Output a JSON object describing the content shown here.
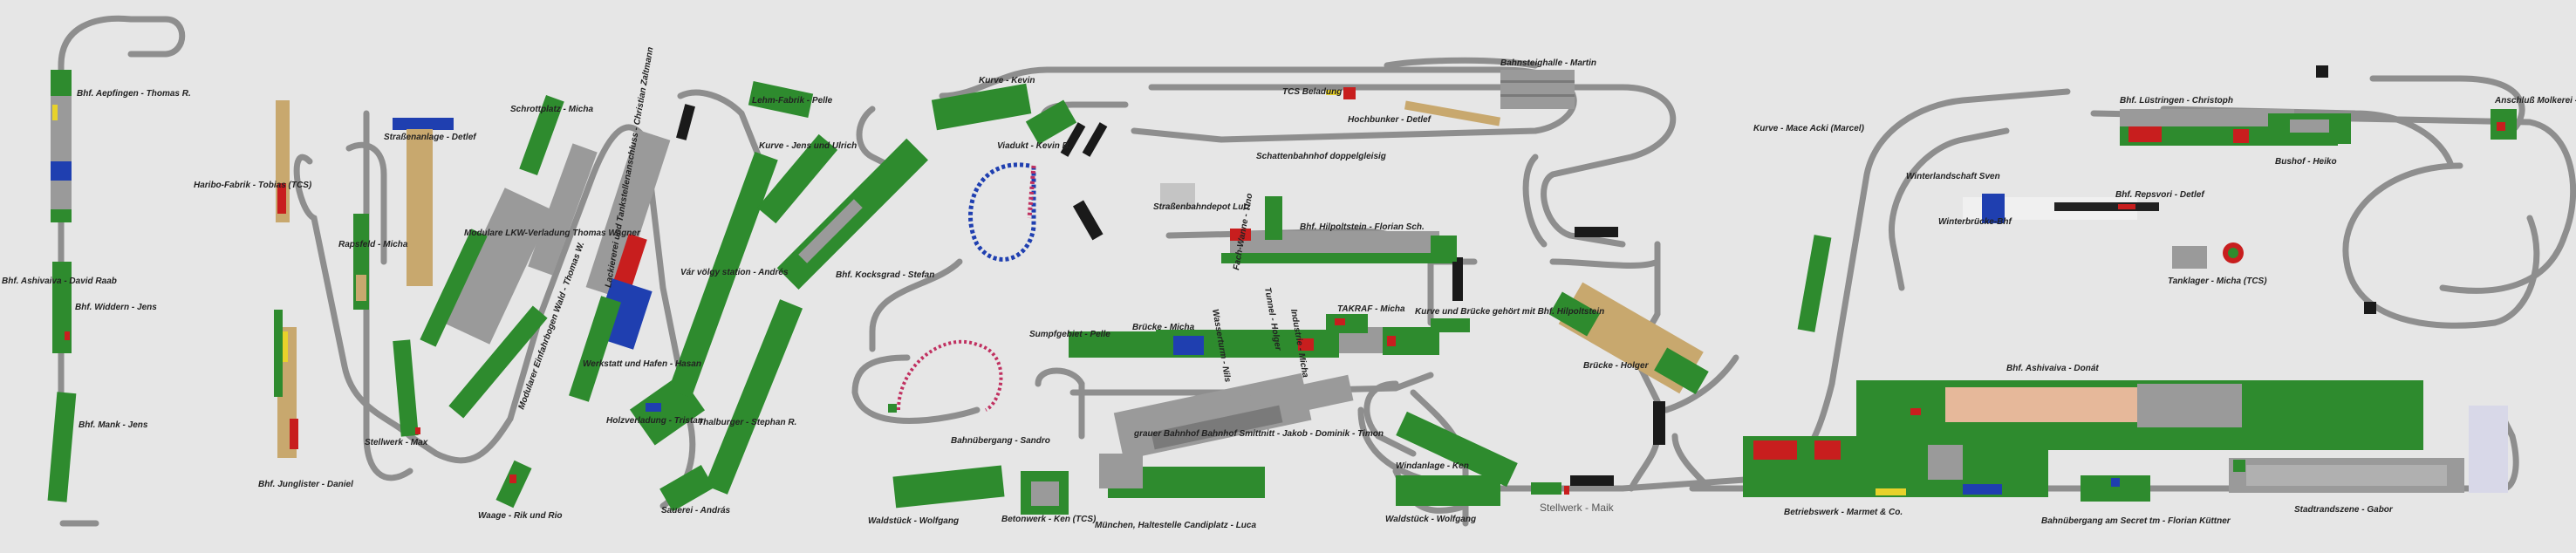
{
  "colors": {
    "background": "#e6e6e6",
    "track": "#8e8e8e",
    "module_green": "#2e8b2e",
    "module_gray": "#9a9a9a",
    "module_tan": "#c8a86e",
    "accent_red": "#c81e1e",
    "accent_blue": "#1f3fb0",
    "accent_yellow": "#e8d22a"
  },
  "labels": {
    "aepfingen": "Bhf. Aepfingen - Thomas R.",
    "ashiveiva_left": "Bhf. Ashivaiva - David Raab",
    "widdern": "Bhf. Widdern - Jens",
    "mank": "Bhf. Mank - Jens",
    "haribo": "Haribo-Fabrik - Tobias (TCS)",
    "junglister": "Bhf. Junglister - Daniel",
    "stellwerk_max": "Stellwerk - Max",
    "rapsfeld": "Rapsfeld - Micha",
    "strassenanlage": "Straßenanlage - Detlef",
    "modulare_lkw": "Modulare LKW-Verladung Thomas Wagner",
    "schrottplatz": "Schrottplatz - Micha",
    "waage": "Waage - Rik und Rio",
    "modularer_einfahrbogen": "Modularer Einfahrbogen Wald - Thomas W.",
    "lackiererei": "Lackiererei und Tankstellenanschluss - Christian Zaltmann",
    "werkstatt": "Werkstatt und Hafen - Hasan",
    "holzverladung": "Holzverladung - Tristan",
    "varvolgy": "Vár völgy station - Andrés",
    "thalburger": "Thalburger - Stephan R.",
    "sauerei": "Sauerei - András",
    "lehm_fabrik": "Lehm-Fabrik - Pelle",
    "kurve_ulrich": "Kurve - Jens und Ulrich",
    "kocksgrad": "Bhf. Kocksgrad - Stefan",
    "kurve_kevin": "Kurve - Kevin",
    "viadukt": "Viadukt - Kevin B.",
    "tcs_beladung": "TCS Beladung",
    "hochbunker": "Hochbunker - Detlef",
    "schattenbahnhof": "Schattenbahnhof doppelgleisig",
    "bahnsteighalle": "Bahnsteighalle - Martin",
    "strassenbahndepot": "Straßenbahndepot Lutz",
    "fach_wanne": "Fach-Wanne - Tino",
    "hilpoltstein": "Bhf. Hilpoltstein - Florian Sch.",
    "sumpfgebiet": "Sumpfgebiet - Pelle",
    "bruecke_micha": "Brücke - Micha",
    "wasserturm": "Wasserturm - Nils",
    "tunnel_holger": "Tunnel - Holger",
    "industrie": "Industrie - Micha",
    "takraf": "TAKRAF - Micha",
    "kurve_hilpoltstein": "Kurve und Brücke gehört mit Bhf. Hilpoltstein",
    "bahnuebergang_sandro": "Bahnübergang - Sandro",
    "grauer_bahnhof": "grauer Bahnhof Bahnhof Smittnitt - Jakob - Dominik - Timon",
    "waldstueck_wolfgang": "Waldstück - Wolfgang",
    "betonwerk": "Betonwerk - Ken (TCS)",
    "muenchen": "München, Haltestelle Candiplatz - Luca",
    "bruecke_holger": "Brücke - Holger",
    "windanlage": "Windanlage - Ken",
    "waldstueck_wolfgang2": "Waldstück - Wolfgang",
    "stellwerk_maik": "Stellwerk - Maik",
    "kurve_mace": "Kurve - Mace Acki (Marcel)",
    "winterlandschaft": "Winterlandschaft Sven",
    "winterbruecke": "Winterbrücke-Bhf",
    "repsvori": "Bhf. Repsvori - Detlef",
    "luestringen": "Bhf. Lüstringen - Christoph",
    "bushof": "Bushof - Heiko",
    "anschluss_molkerei": "Anschluß Molkerei - Micha",
    "tanklager": "Tanklager - Micha (TCS)",
    "ashiveiva_right": "Bhf. Ashivaiva - Donát",
    "betriebswerk": "Betriebswerk - Marmet & Co.",
    "bahnuebergang_secret": "Bahnübergang am Secret tm - Florian Küttner",
    "stadtrandszene": "Stadtrandszene - Gabor"
  }
}
